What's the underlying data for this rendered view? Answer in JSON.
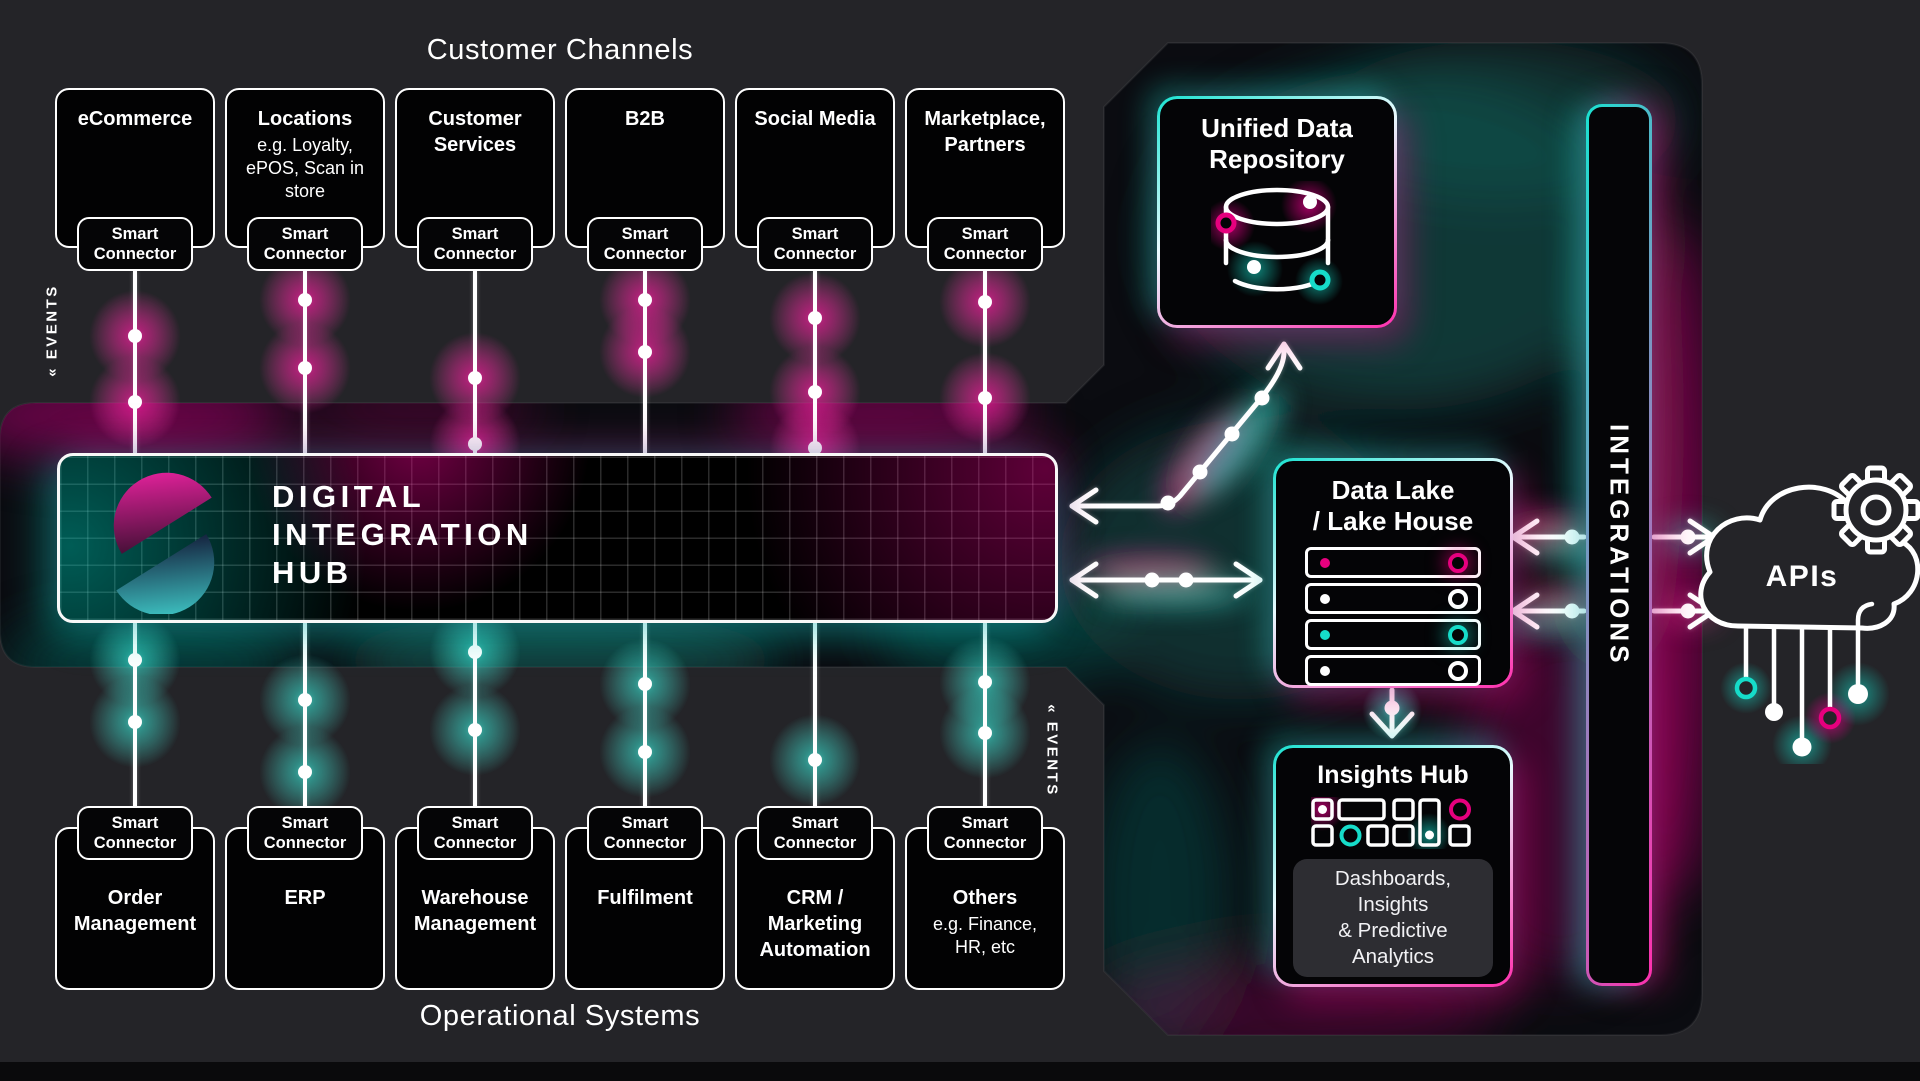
{
  "headings": {
    "customer_channels": "Customer Channels",
    "operational_systems": "Operational Systems"
  },
  "events_label": "« EVENTS",
  "smart_connector_label": "Smart Connector",
  "customer_channels": [
    {
      "title": "eCommerce",
      "subtitle": ""
    },
    {
      "title": "Locations",
      "subtitle": "e.g. Loyalty, ePOS, Scan in store"
    },
    {
      "title": "Customer Services",
      "subtitle": ""
    },
    {
      "title": "B2B",
      "subtitle": ""
    },
    {
      "title": "Social Media",
      "subtitle": ""
    },
    {
      "title": "Marketplace, Partners",
      "subtitle": ""
    }
  ],
  "hub": {
    "title_lines": [
      "DIGITAL",
      "INTEGRATION",
      "HUB"
    ]
  },
  "operational_systems": [
    {
      "title": "Order Management",
      "subtitle": ""
    },
    {
      "title": "ERP",
      "subtitle": ""
    },
    {
      "title": "Warehouse Management",
      "subtitle": ""
    },
    {
      "title": "Fulfilment",
      "subtitle": ""
    },
    {
      "title": "CRM / Marketing Automation",
      "subtitle": ""
    },
    {
      "title": "Others",
      "subtitle": "e.g. Finance, HR, etc"
    }
  ],
  "repository": {
    "title": "Unified Data Repository"
  },
  "data_lake": {
    "title_lines": [
      "Data Lake",
      "/ Lake House"
    ],
    "accents": [
      "#e6007e",
      "#ffffff",
      "#16dcc9",
      "#ffffff"
    ]
  },
  "insights": {
    "title": "Insights Hub",
    "panel_lines": [
      "Dashboards,",
      "Insights",
      "& Predictive",
      "Analytics"
    ]
  },
  "integrations_label": "INTEGRATIONS",
  "apis_label": "APIs",
  "colors": {
    "magenta": "#e6007e",
    "teal": "#16dcc9",
    "line_white": "#ffffff"
  }
}
